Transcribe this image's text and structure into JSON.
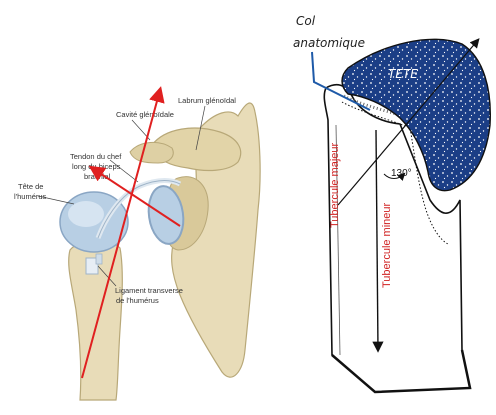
{
  "left_panel": {
    "labels": {
      "cavite": "Cavité glénoïdale",
      "labrum": "Labrum glénoïdal",
      "tendon_l1": "Tendon du chef",
      "tendon_l2": "long du biceps",
      "tendon_l3": "brachial",
      "tete_l1": "Tête de",
      "tete_l2": "l'humérus",
      "ligament_l1": "Ligament transverse",
      "ligament_l2": "de l'humérus"
    }
  },
  "right_panel": {
    "col_l1": "Col",
    "col_l2": "anatomique",
    "tete": "TETE",
    "angle": "130°",
    "tub_majeur": "Tubercule majeur",
    "tub_mineur": "Tubercule mineur"
  },
  "colors": {
    "bone": "#e8dcb8",
    "bone_shade": "#c9b98c",
    "cartilage": "#b8cfe4",
    "head_fill": "#1b3e86",
    "annotation_red": "#e02020",
    "line_blue": "#1e5aa8"
  }
}
